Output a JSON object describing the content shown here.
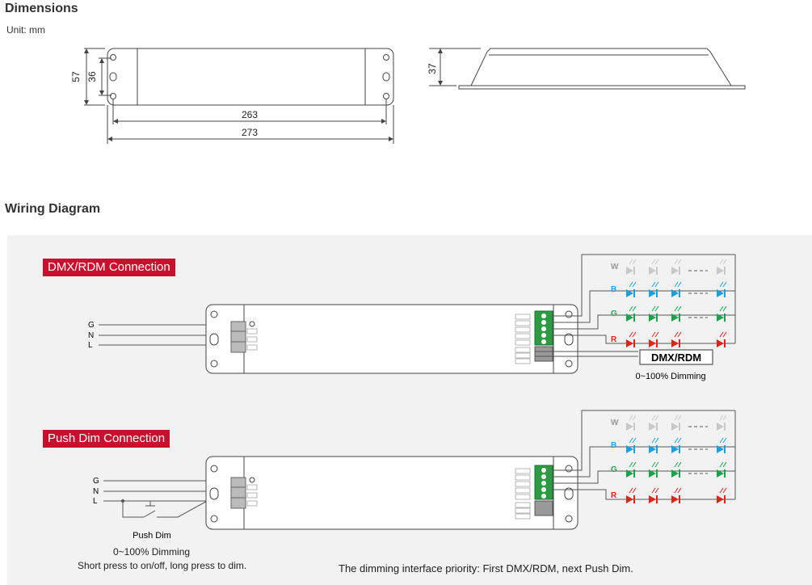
{
  "dimensions": {
    "title": "Dimensions",
    "unit": "Unit: mm",
    "height_57": "57",
    "height_36": "36",
    "width_263": "263",
    "width_273": "273",
    "side_37": "37"
  },
  "wiring": {
    "title": "Wiring Diagram",
    "dmx_section": {
      "badge": "DMX/RDM Connection",
      "input_labels": [
        "G",
        "N",
        "L"
      ],
      "led_channels": [
        "W",
        "B",
        "G",
        "R"
      ],
      "dmx_box": "DMX/RDM",
      "dimming": "0~100% Dimming"
    },
    "push_section": {
      "badge": "Push Dim Connection",
      "input_labels": [
        "G",
        "N",
        "L"
      ],
      "led_channels": [
        "W",
        "B",
        "G",
        "R"
      ],
      "push_dim_label": "Push Dim",
      "dimming": "0~100% Dimming",
      "instruction": "Short press to on/off, long press to dim."
    },
    "priority_note": "The dimming interface priority: First DMX/RDM, next Push Dim."
  },
  "colors": {
    "accent_red": "#c8102e",
    "led_white": "#c8c8c8",
    "led_blue": "#1aa0e0",
    "led_green": "#1aa34a",
    "led_red": "#e2231a",
    "terminal_green": "#2e9a44"
  }
}
